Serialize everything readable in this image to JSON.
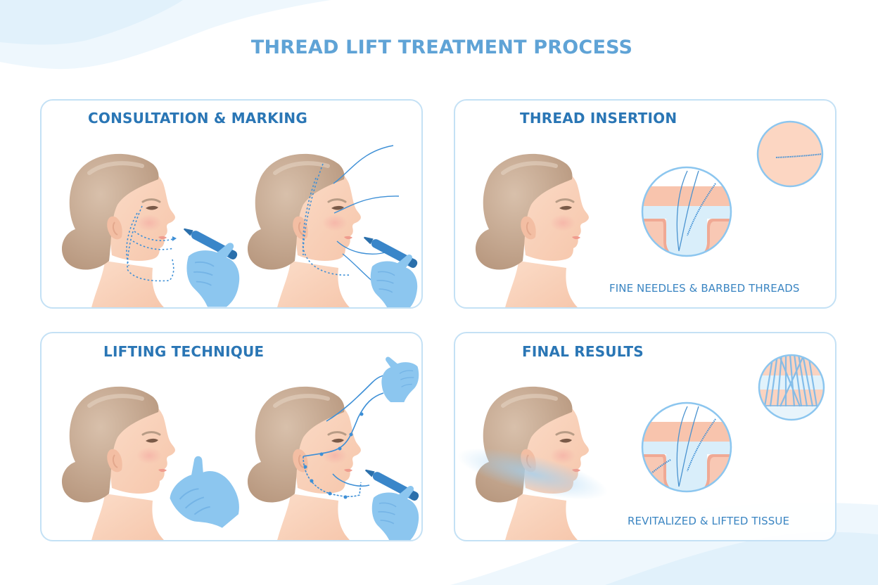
{
  "title": "THREAD LIFT TREATMENT PROCESS",
  "colors": {
    "title": "#5fa3d6",
    "panel_title": "#2a76b5",
    "caption": "#3a85c2",
    "panel_border": "#c4e1f5",
    "skin": "#fad4bd",
    "hair": "#c9ad96",
    "glove": "#8cc6ef",
    "thread": "#3d8fd6",
    "background_wave": "#e3f2fb"
  },
  "panels": [
    {
      "title": "CONSULTATION & MARKING",
      "illustrations": [
        "face-profile-with-dotted-marking",
        "gloved-hand-with-marker",
        "face-profile-with-thread-paths",
        "gloved-hand-with-marker"
      ]
    },
    {
      "title": "THREAD INSERTION",
      "caption": "FINE NEEDLES & BARBED THREADS",
      "illustrations": [
        "face-profile",
        "skin-cross-section-with-needle-and-barbed-thread",
        "skin-surface-with-barbed-thread"
      ]
    },
    {
      "title": "LIFTING TECHNIQUE",
      "illustrations": [
        "face-profile",
        "face-profile-with-barbed-threads",
        "gloved-hand-pulling-thread",
        "gloved-hand-supporting-jaw",
        "gloved-hand-with-marker"
      ]
    },
    {
      "title": "FINAL RESULTS",
      "caption": "REVITALIZED & LIFTED TISSUE",
      "illustrations": [
        "face-profile-with-lift-glow",
        "skin-cross-section-with-threads",
        "collagen-fibers-close-up"
      ]
    }
  ]
}
